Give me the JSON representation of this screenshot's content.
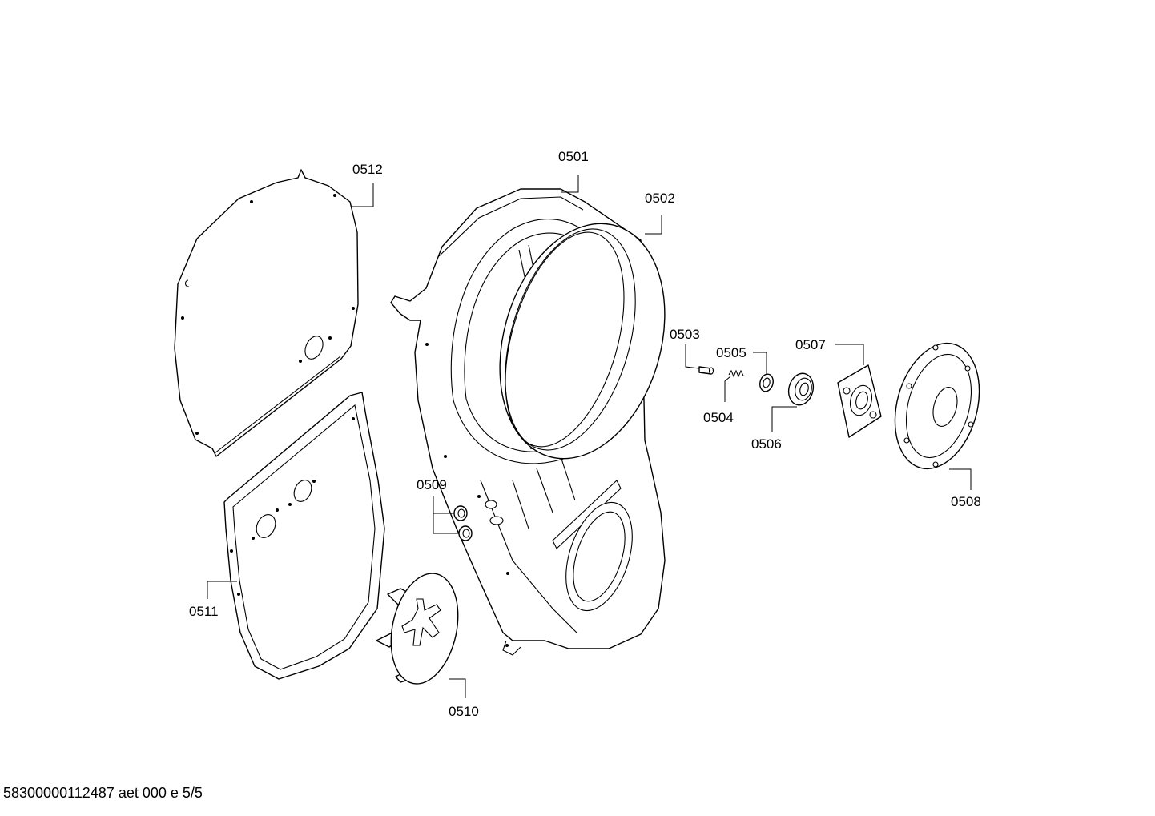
{
  "diagram": {
    "labels": {
      "p0501": "0501",
      "p0502": "0502",
      "p0503": "0503",
      "p0504": "0504",
      "p0505": "0505",
      "p0506": "0506",
      "p0507": "0507",
      "p0508": "0508",
      "p0509": "0509",
      "p0510": "0510",
      "p0511": "0511",
      "p0512": "0512"
    }
  },
  "footer": {
    "document_code": "58300000112487 aet 000 e 5/5"
  }
}
